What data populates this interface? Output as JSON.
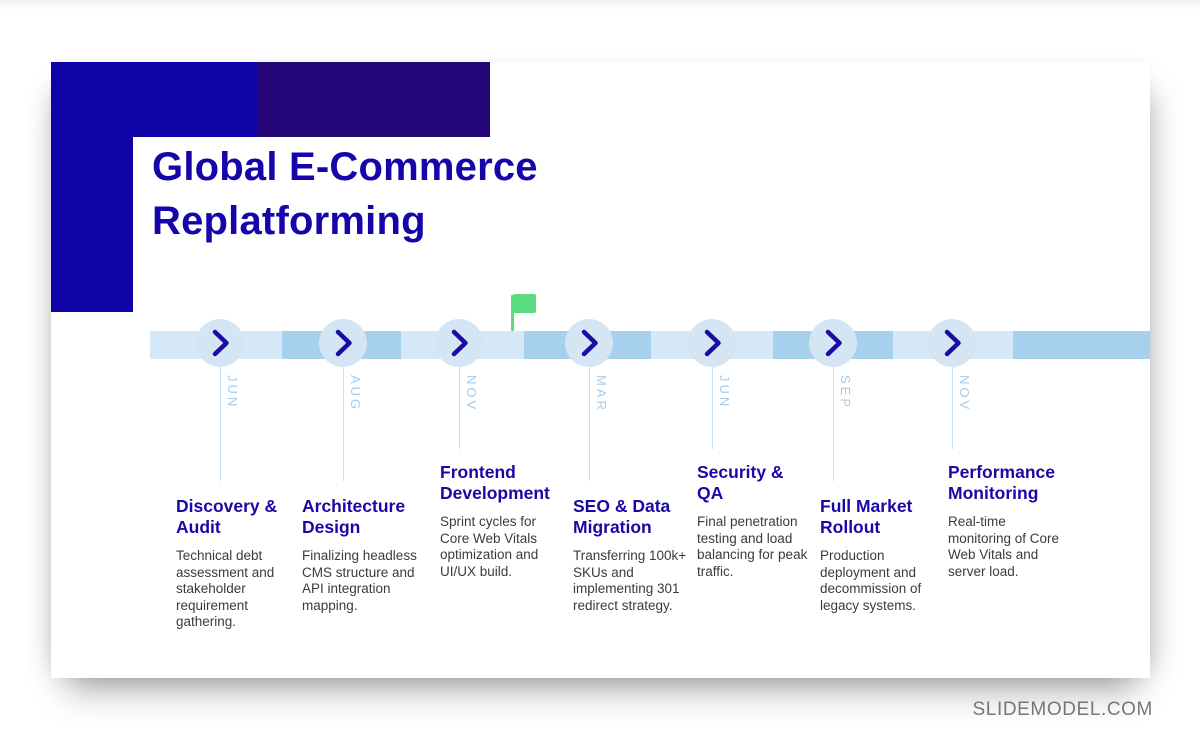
{
  "slide": {
    "title": "Global E-Commerce Replatforming",
    "footer": "SLIDEMODEL.COM"
  },
  "timeline": {
    "flag_icon": "green-milestone-flag",
    "milestones": [
      {
        "month": "JUN",
        "title": "Discovery & Audit",
        "title_lines": [
          "Discovery &",
          "Audit"
        ],
        "desc": "Technical debt assessment and stakeholder requirement gathering."
      },
      {
        "month": "AUG",
        "title": "Architecture Design",
        "title_lines": [
          "Architecture",
          "Design"
        ],
        "desc": "Finalizing headless CMS structure and API integration mapping."
      },
      {
        "month": "NOV",
        "title": "Frontend Development",
        "title_lines": [
          "Frontend",
          "Development"
        ],
        "desc": "Sprint cycles for Core Web Vitals optimization and UI/UX build."
      },
      {
        "month": "MAR",
        "title": "SEO & Data Migration",
        "title_lines": [
          "SEO & Data",
          "Migration"
        ],
        "desc": "Transferring 100k+ SKUs and implementing 301 redirect strategy."
      },
      {
        "month": "JUN",
        "title": "Security & QA",
        "title_lines": [
          "Security &",
          "QA"
        ],
        "desc": "Final penetration testing and load balancing for peak traffic."
      },
      {
        "month": "SEP",
        "title": "Full Market Rollout",
        "title_lines": [
          "Full Market",
          "Rollout"
        ],
        "desc": "Production deployment and decommission of legacy systems."
      },
      {
        "month": "NOV",
        "title": "Performance Monitoring",
        "title_lines": [
          "Performance",
          "Monitoring"
        ],
        "desc": "Real-time monitoring of Core Web Vitals and server load."
      }
    ]
  },
  "colors": {
    "brand_blue": "#0e03a4",
    "brand_purple": "#26077a",
    "title_blue": "#1605a8",
    "heading_blue": "#1a08a6",
    "timeline_light": "#d5e8f7",
    "timeline_dark": "#a6d0eb",
    "node_fill": "#d4e5f3",
    "chevron_blue": "#1a0ca5",
    "connector_blue": "#c8dff1",
    "month_label_blue": "#a6cce8",
    "flag_green": "#5cdc80",
    "body_text": "#3b3b3b",
    "footer_gray": "#777777"
  }
}
